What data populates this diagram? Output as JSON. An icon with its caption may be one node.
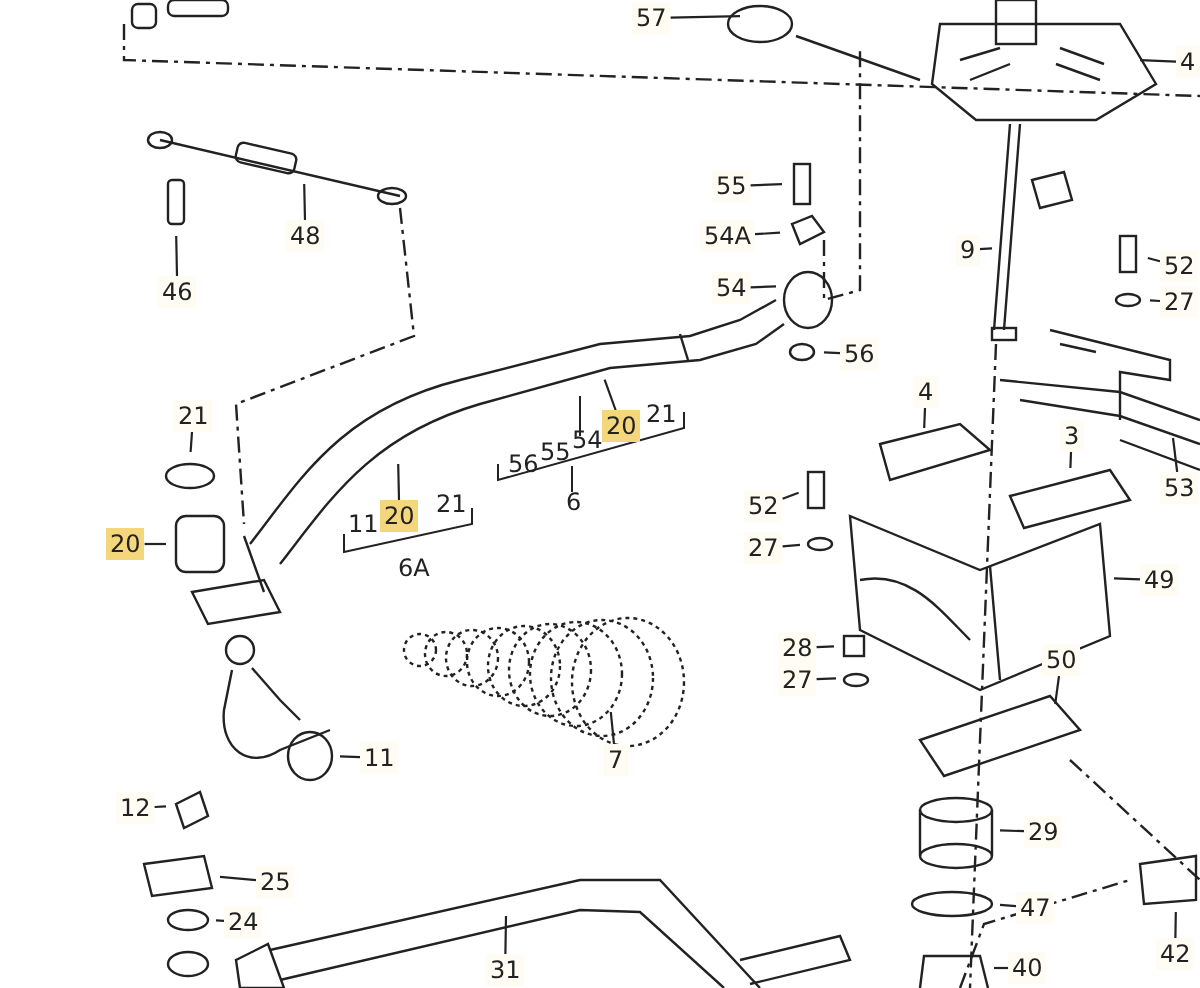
{
  "diagram": {
    "nodes": [
      {
        "text": [
          "57"
        ]
      },
      {
        "text": [
          "4"
        ]
      },
      {
        "text": [
          "48"
        ]
      },
      {
        "text": [
          "46"
        ]
      },
      {
        "text": [
          "55"
        ]
      },
      {
        "text": [
          "54A"
        ]
      },
      {
        "text": [
          "9"
        ]
      },
      {
        "text": [
          "52"
        ]
      },
      {
        "text": [
          "27"
        ]
      },
      {
        "text": [
          "54"
        ]
      },
      {
        "text": [
          "56"
        ]
      },
      {
        "text": [
          "21"
        ]
      },
      {
        "text": [
          "4"
        ]
      },
      {
        "text": [
          "3"
        ]
      },
      {
        "text": [
          "53"
        ]
      },
      {
        "text": [
          "20"
        ]
      },
      {
        "text": [
          "52"
        ]
      },
      {
        "text": [
          "27"
        ]
      },
      {
        "text": [
          "49"
        ]
      },
      {
        "text": [
          "28"
        ]
      },
      {
        "text": [
          "27"
        ]
      },
      {
        "text": [
          "50"
        ]
      },
      {
        "text": [
          "11"
        ]
      },
      {
        "text": [
          "7"
        ]
      },
      {
        "text": [
          "12"
        ]
      },
      {
        "text": [
          "29"
        ]
      },
      {
        "text": [
          "25"
        ]
      },
      {
        "text": [
          "24"
        ]
      },
      {
        "text": [
          "47"
        ]
      },
      {
        "text": [
          "31"
        ]
      },
      {
        "text": [
          "42"
        ]
      },
      {
        "text": [
          "40"
        ]
      },
      {
        "text": [
          "20"
        ]
      },
      {
        "text": [
          "20"
        ]
      }
    ],
    "edges": [
      {
        "from": 0,
        "to": null,
        "arrow": "none"
      },
      {
        "from": 1,
        "to": null,
        "arrow": "none"
      },
      {
        "from": 2,
        "to": null,
        "arrow": "none"
      },
      {
        "from": 3,
        "to": null,
        "arrow": "none"
      },
      {
        "from": 4,
        "to": null,
        "arrow": "none"
      },
      {
        "from": 5,
        "to": null,
        "arrow": "none"
      },
      {
        "from": 6,
        "to": null,
        "arrow": "none"
      },
      {
        "from": 7,
        "to": null,
        "arrow": "none"
      },
      {
        "from": 8,
        "to": null,
        "arrow": "none"
      },
      {
        "from": 9,
        "to": null,
        "arrow": "none"
      },
      {
        "from": 10,
        "to": null,
        "arrow": "none"
      },
      {
        "from": 11,
        "to": null,
        "arrow": "none"
      },
      {
        "from": 12,
        "to": null,
        "arrow": "none"
      },
      {
        "from": 13,
        "to": null,
        "arrow": "none"
      },
      {
        "from": 14,
        "to": null,
        "arrow": "none"
      },
      {
        "from": 15,
        "to": null,
        "arrow": "none"
      },
      {
        "from": 16,
        "to": null,
        "arrow": "none"
      },
      {
        "from": 17,
        "to": null,
        "arrow": "none"
      },
      {
        "from": 18,
        "to": null,
        "arrow": "none"
      },
      {
        "from": 19,
        "to": null,
        "arrow": "none"
      },
      {
        "from": 20,
        "to": null,
        "arrow": "none"
      },
      {
        "from": 21,
        "to": null,
        "arrow": "none"
      },
      {
        "from": 22,
        "to": null,
        "arrow": "none"
      },
      {
        "from": 23,
        "to": null,
        "arrow": "none"
      },
      {
        "from": 24,
        "to": null,
        "arrow": "none"
      },
      {
        "from": 25,
        "to": null,
        "arrow": "none"
      },
      {
        "from": 26,
        "to": null,
        "arrow": "none"
      },
      {
        "from": 27,
        "to": null,
        "arrow": "none"
      },
      {
        "from": 28,
        "to": null,
        "arrow": "none"
      },
      {
        "from": 29,
        "to": null,
        "arrow": "none"
      },
      {
        "from": 30,
        "to": null,
        "arrow": "none"
      },
      {
        "from": 31,
        "to": null,
        "arrow": "none"
      },
      {
        "from": 32,
        "to": null,
        "arrow": "none"
      },
      {
        "from": 33,
        "to": null,
        "arrow": "none"
      }
    ],
    "labels": [
      "56",
      "55",
      "54",
      "21",
      "6",
      "11",
      "21",
      "6A"
    ]
  }
}
